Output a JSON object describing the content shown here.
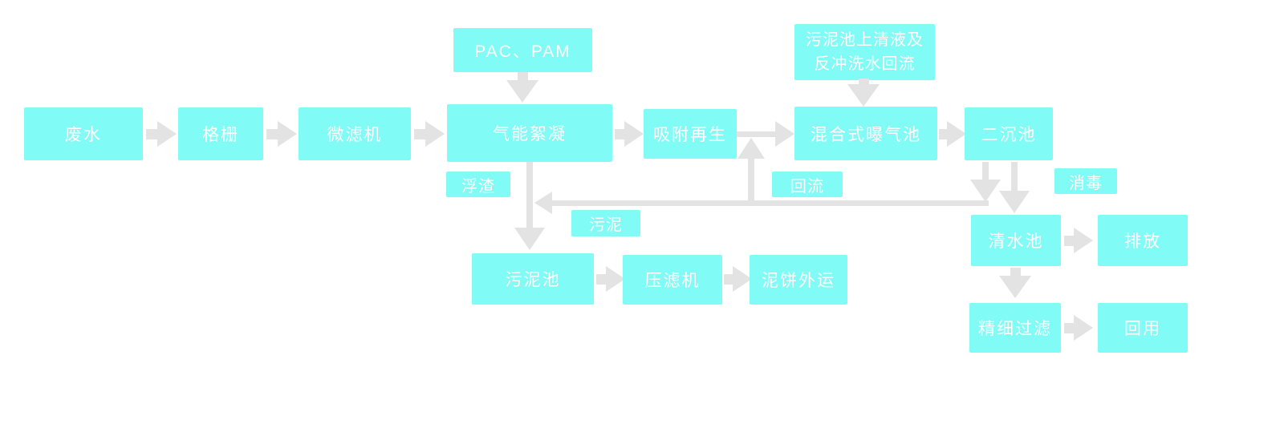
{
  "colors": {
    "box": "#80fbf5",
    "arrow": "#e3e3e3",
    "text": "#ffffff",
    "bg": "#ffffff"
  },
  "diagram": {
    "type": "process-flowchart",
    "nodes": {
      "pac_pam": "PAC、PAM",
      "supernatant_line1": "污泥池上清液及",
      "supernatant_line2": "反冲洗水回流",
      "wastewater": "废水",
      "bar_screen": "格栅",
      "microfilter": "微滤机",
      "air_flocculation": "气能絮凝",
      "adsorption_regen": "吸附再生",
      "mixed_aeration": "混合式曝气池",
      "secondary_clarifier": "二沉池",
      "scum": "浮渣",
      "reflux": "回流",
      "sludge": "污泥",
      "disinfection": "消毒",
      "sludge_tank": "污泥池",
      "filter_press": "压滤机",
      "cake_transport": "泥饼外运",
      "clear_water_tank": "清水池",
      "discharge": "排放",
      "fine_filtration": "精细过滤",
      "reuse": "回用"
    }
  }
}
